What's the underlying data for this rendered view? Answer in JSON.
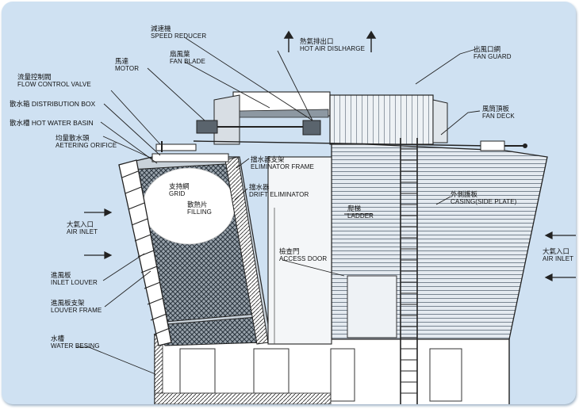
{
  "labels": {
    "speed_reducer": {
      "zh": "減速機",
      "en": "SPEED REDUCER"
    },
    "hot_air": {
      "zh": "熱氣排出口",
      "en": "HOT AIR DISLHARGE"
    },
    "fan_guard": {
      "zh": "出風口網",
      "en": "FAN GUARD"
    },
    "fan_blade": {
      "zh": "扇風葉",
      "en": "FAN BLADE"
    },
    "motor": {
      "zh": "馬達",
      "en": "MOTOR"
    },
    "flow_control": {
      "zh": "流量控制閥",
      "en": "FLOW CONTROL VALVE"
    },
    "distribution_box": {
      "zh": "散水箱",
      "en": "DISTRIBUTION BOX"
    },
    "hot_water_basin": {
      "zh": "散水槽",
      "en": "HOT WATER BASIN"
    },
    "metering_orifice": {
      "zh": "均量散水頭",
      "en": "AETERING ORIFICE"
    },
    "fan_deck": {
      "zh": "風筒頂板",
      "en": "FAN DECK"
    },
    "eliminator_frame": {
      "zh": "擋水器支架",
      "en": "ELIMINATOR FRAME"
    },
    "grid": {
      "zh": "支持網",
      "en": "GRID"
    },
    "filling": {
      "zh": "散熱片",
      "en": "FILLING"
    },
    "drift_eliminator": {
      "zh": "擋水器",
      "en": "DRIFT ELIMINATOR"
    },
    "ladder": {
      "zh": "爬梯",
      "en": "LADDER"
    },
    "casing": {
      "zh": "外側護板",
      "en": "CASING(SIDE PLATE)"
    },
    "air_inlet_left": {
      "zh": "大氣入口",
      "en": "AIR INLET"
    },
    "air_inlet_right": {
      "zh": "大氣入口",
      "en": "AIR INLET"
    },
    "access_door": {
      "zh": "檢查門",
      "en": "ACCESS DOOR"
    },
    "inlet_louver": {
      "zh": "進風板",
      "en": "INLET LOUVER"
    },
    "louver_frame": {
      "zh": "進風板支架",
      "en": "LOUVER FRAME"
    },
    "water_basin": {
      "zh": "水槽",
      "en": "WATER BESING"
    }
  }
}
